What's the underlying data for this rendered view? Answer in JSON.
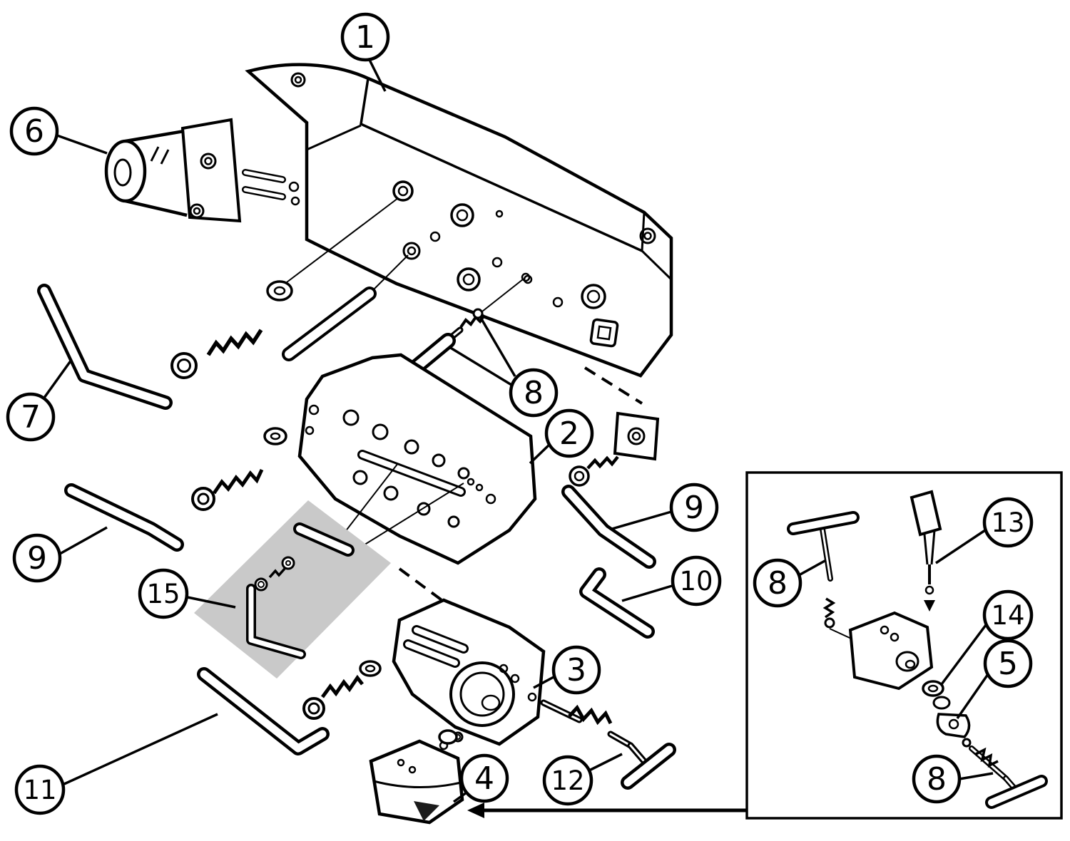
{
  "diagram_type": "exploded-parts-diagram",
  "colors": {
    "background": "#ffffff",
    "line": "#000000",
    "shade": "#c9c9c9",
    "insert": "#1c1c1c"
  },
  "callouts": [
    {
      "id": "1",
      "label": "1"
    },
    {
      "id": "2",
      "label": "2"
    },
    {
      "id": "3",
      "label": "3"
    },
    {
      "id": "4",
      "label": "4"
    },
    {
      "id": "5",
      "label": "5"
    },
    {
      "id": "6",
      "label": "6"
    },
    {
      "id": "7",
      "label": "7"
    },
    {
      "id": "8-main",
      "label": "8"
    },
    {
      "id": "8-inset-top",
      "label": "8"
    },
    {
      "id": "8-inset-bottom",
      "label": "8"
    },
    {
      "id": "9-left",
      "label": "9"
    },
    {
      "id": "9-right",
      "label": "9"
    },
    {
      "id": "10",
      "label": "10"
    },
    {
      "id": "11",
      "label": "11"
    },
    {
      "id": "12",
      "label": "12"
    },
    {
      "id": "13",
      "label": "13"
    },
    {
      "id": "14",
      "label": "14"
    },
    {
      "id": "15",
      "label": "15"
    }
  ]
}
